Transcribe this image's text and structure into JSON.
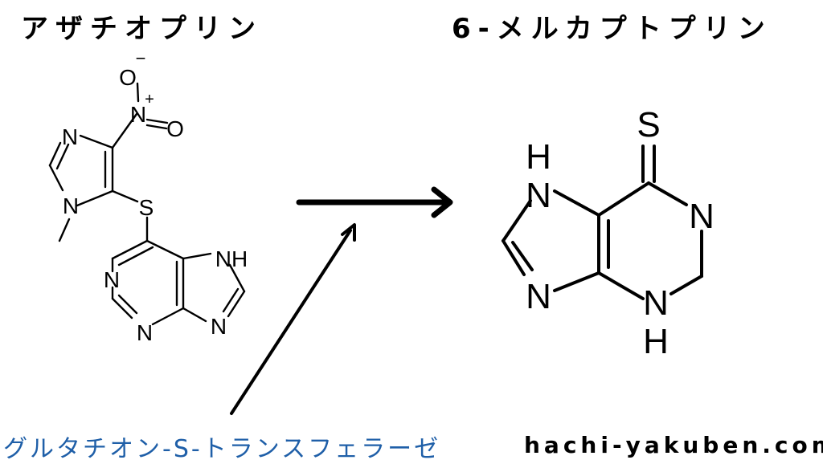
{
  "left_molecule": {
    "name": "アザチオプリン",
    "atoms": {
      "o_minus": "O",
      "minus": "−",
      "n_plus": "N",
      "plus": "+",
      "o": "O",
      "n_ring_top": "N",
      "n_ring_methyl": "N",
      "s": "S",
      "nh": "NH",
      "n_a": "N",
      "n_b": "N",
      "n_c": "N"
    }
  },
  "right_molecule": {
    "name": "6-メルカプトプリン",
    "atoms": {
      "s": "S",
      "h_top": "H",
      "n_top_left": "N",
      "n_right": "N",
      "n_left": "N",
      "n_bottom": "N",
      "h_bottom": "H"
    }
  },
  "enzyme_label": "グルタチオン-S-トランスフェラーゼ",
  "site_label": "hachi-yakuben.com",
  "colors": {
    "enzyme_text": "#1f5fa8",
    "line": "#000000"
  }
}
